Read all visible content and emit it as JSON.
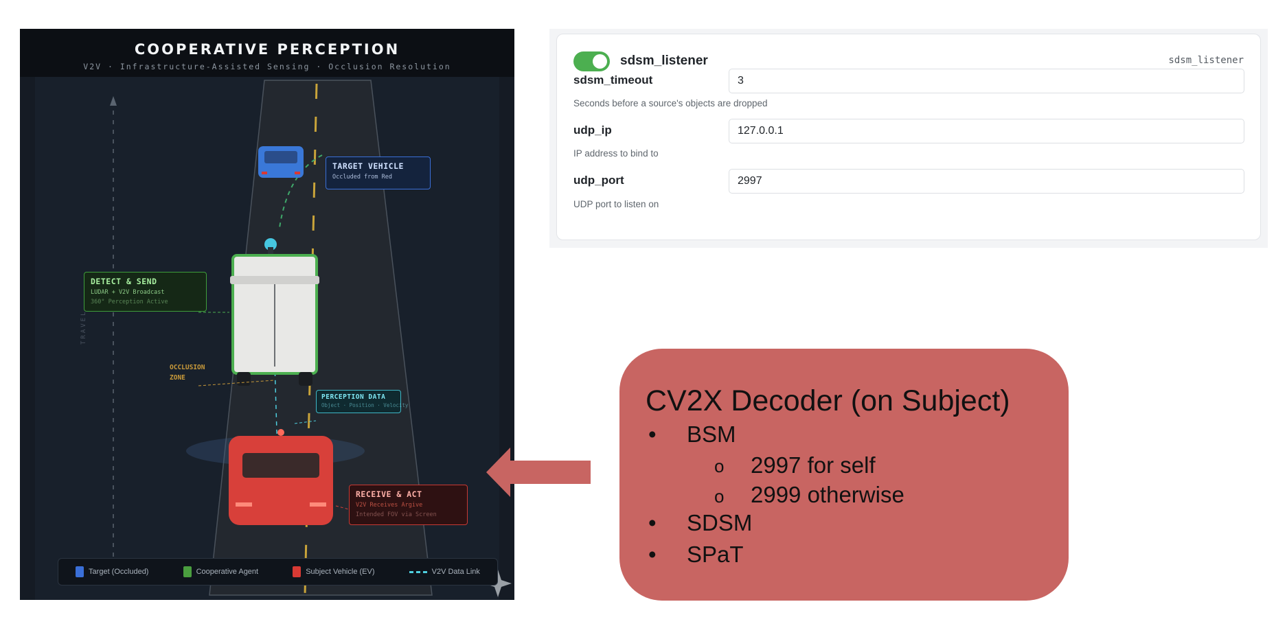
{
  "illustration": {
    "title": "COOPERATIVE PERCEPTION",
    "subtitle": "V2V · Infrastructure-Assisted Sensing · Occlusion Resolution",
    "axis_label": "TRAVEL",
    "callouts": {
      "target": {
        "title": "TARGET VEHICLE",
        "sub": "Occluded from Red"
      },
      "detect": {
        "title": "DETECT & SEND",
        "sub1": "LUDAR + V2V Broadcast",
        "sub2": "360° Perception Active"
      },
      "occlusion": {
        "line1": "OCCLUSION",
        "line2": "ZONE"
      },
      "perception": {
        "title": "PERCEPTION DATA",
        "sub": "Object · Position · Velocity"
      },
      "receive": {
        "title": "RECEIVE & ACT",
        "sub1": "V2V Receives Argive",
        "sub2": "Intended FOV via Screen"
      }
    },
    "legend": [
      {
        "label": "Target (Occluded)",
        "color": "#3a6fd8"
      },
      {
        "label": "Cooperative Agent",
        "color": "#4a9e3f"
      },
      {
        "label": "Subject Vehicle (EV)",
        "color": "#d83a34"
      },
      {
        "label": "V2V Data Link",
        "color": "#4fd0e0"
      }
    ]
  },
  "settings": {
    "toggle_on": true,
    "title": "sdsm_listener",
    "id": "sdsm_listener",
    "accent": "#4caf50",
    "fields": [
      {
        "label": "sdsm_timeout",
        "value": "3",
        "help": "Seconds before a source's objects are dropped"
      },
      {
        "label": "udp_ip",
        "value": "127.0.0.1",
        "help": "IP address to bind to"
      },
      {
        "label": "udp_port",
        "value": "2997",
        "help": "UDP port to listen on"
      }
    ]
  },
  "note": {
    "color": "#c86562",
    "title": "CV2X Decoder (on Subject)",
    "bullet": "•",
    "subbullet": "o",
    "items": [
      {
        "label": "BSM",
        "sub": [
          "2997 for self",
          "2999 otherwise"
        ]
      },
      {
        "label": "SDSM"
      },
      {
        "label": "SPaT"
      }
    ]
  }
}
